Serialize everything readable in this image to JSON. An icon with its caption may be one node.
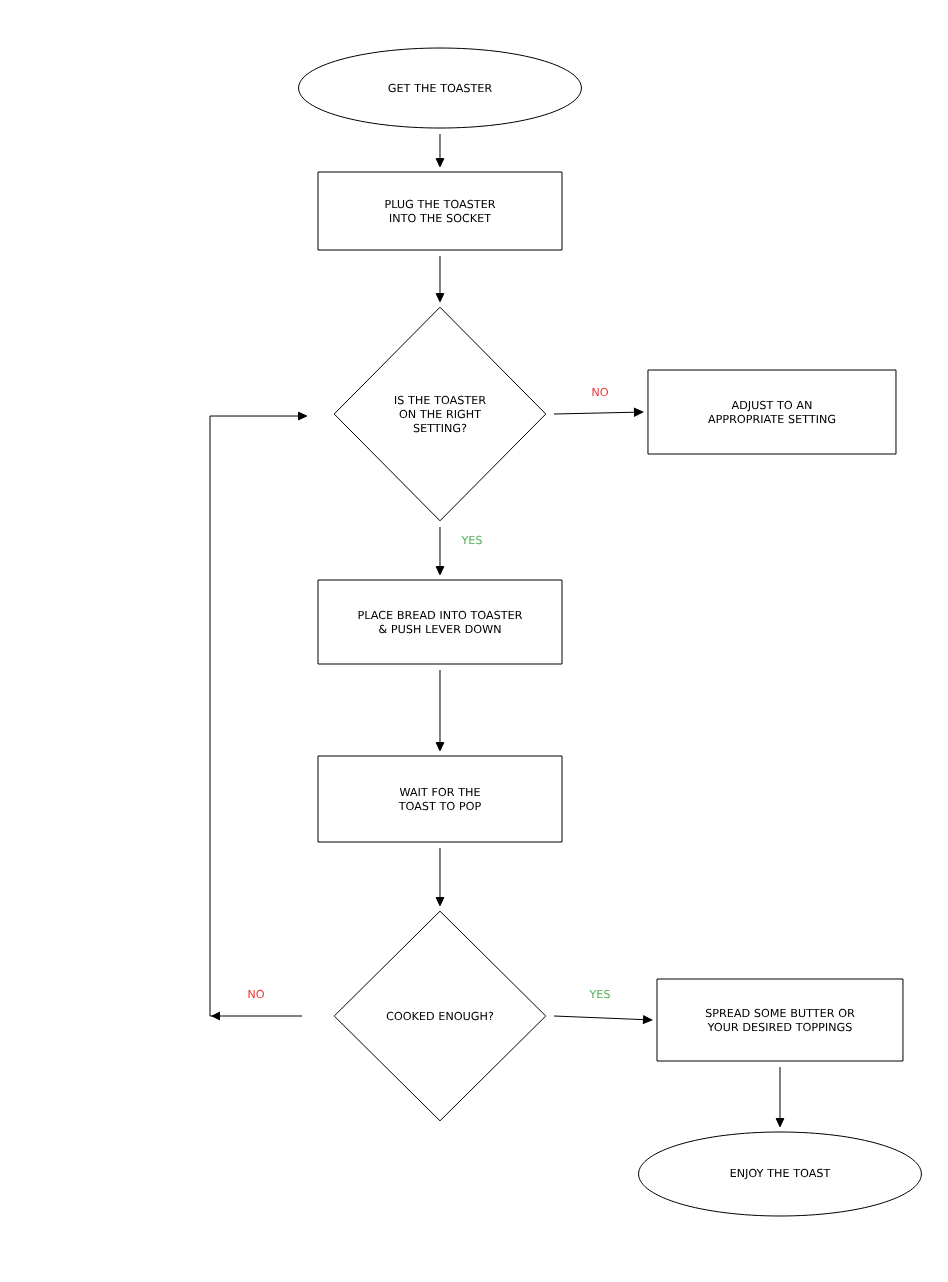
{
  "diagram": {
    "nodes": [
      {
        "text": [
          "GET THE TOASTER"
        ]
      },
      {
        "text": [
          "PLUG THE TOASTER INTO THE SOCKET"
        ]
      },
      {
        "text": [
          "IS THE TOASTER ON THE RIGHT SETTING?"
        ]
      },
      {
        "text": [
          "ADJUST TO AN APPROPRIATE SETTING"
        ]
      },
      {
        "text": [
          "PLACE BREAD INTO TOASTER & PUSH LEVER DOWN"
        ]
      },
      {
        "text": [
          "WAIT FOR THE TOAST TO POP"
        ]
      },
      {
        "text": [
          "COOKED ENOUGH?"
        ]
      },
      {
        "text": [
          "SPREAD SOME BUTTER OR YOUR DESIRED TOPPINGS"
        ]
      },
      {
        "text": [
          "ENJOY THE TOAST"
        ]
      }
    ],
    "edges": [
      {
        "from": 0,
        "to": 1,
        "arrow": "to"
      },
      {
        "from": 1,
        "to": 2,
        "arrow": "to"
      },
      {
        "from": 2,
        "to": 3,
        "arrow": "to",
        "label": "NO"
      },
      {
        "from": 2,
        "to": 4,
        "arrow": "to",
        "label": "YES"
      },
      {
        "from": 4,
        "to": 5,
        "arrow": "to"
      },
      {
        "from": 5,
        "to": 6,
        "arrow": "to"
      },
      {
        "from": 6,
        "to": 7,
        "arrow": "to",
        "label": "YES"
      },
      {
        "from": 7,
        "to": 8,
        "arrow": "to"
      },
      {
        "from": 6,
        "to": 2,
        "arrow": "to",
        "label": "NO"
      }
    ]
  }
}
